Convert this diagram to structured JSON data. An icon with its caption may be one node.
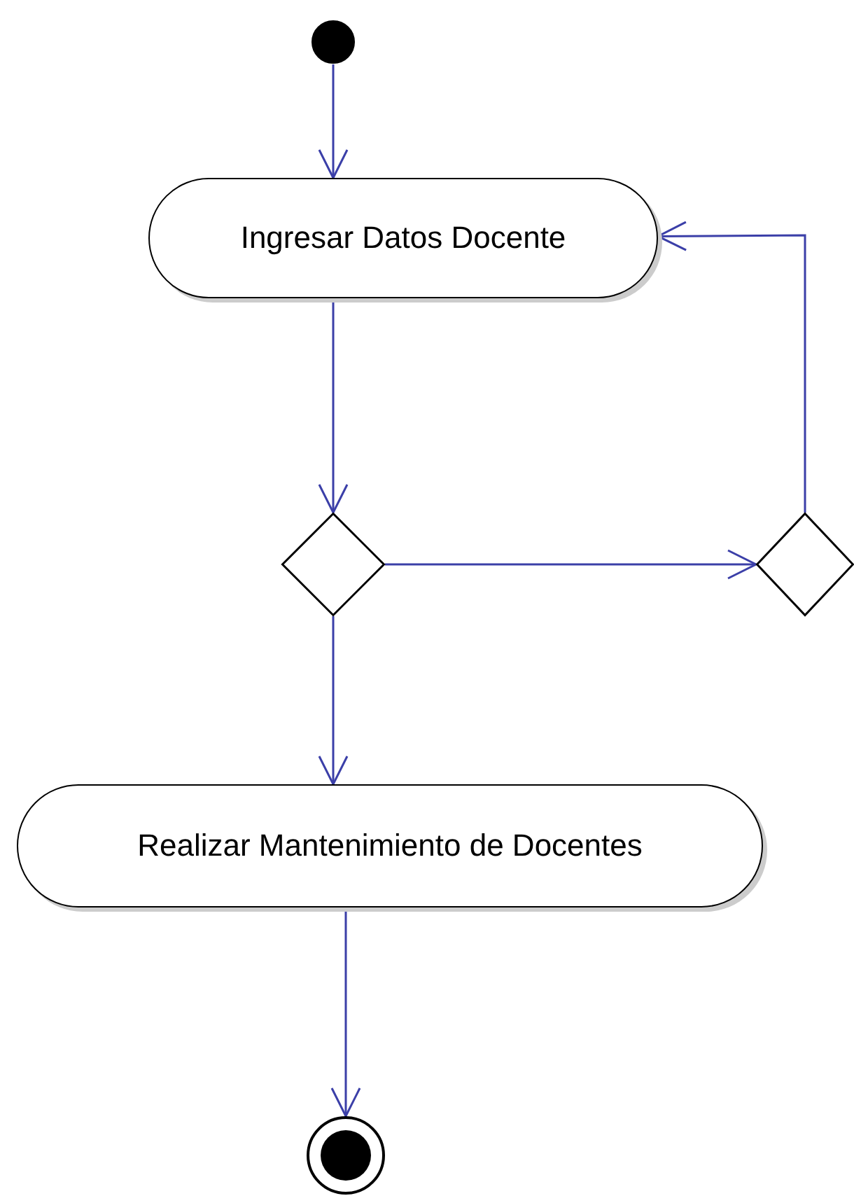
{
  "diagram": {
    "nodes": [
      {
        "text": [],
        "shape": "circle"
      },
      {
        "text": [
          "Ingresar Datos Docente"
        ]
      },
      {
        "text": [],
        "shape": "diamond"
      },
      {
        "text": [],
        "shape": "diamond"
      },
      {
        "text": [
          "Realizar Mantenimiento de Docentes"
        ]
      },
      {
        "text": [],
        "shape": "circle"
      }
    ],
    "edges": [
      {
        "from": 0,
        "to": 1,
        "arrow": "to"
      },
      {
        "from": 1,
        "to": 2,
        "arrow": "to"
      },
      {
        "from": 2,
        "to": 3,
        "arrow": "to"
      },
      {
        "from": 3,
        "to": 1,
        "arrow": "to"
      },
      {
        "from": 2,
        "to": 4,
        "arrow": "to"
      },
      {
        "from": 4,
        "to": 5,
        "arrow": "to"
      }
    ]
  }
}
